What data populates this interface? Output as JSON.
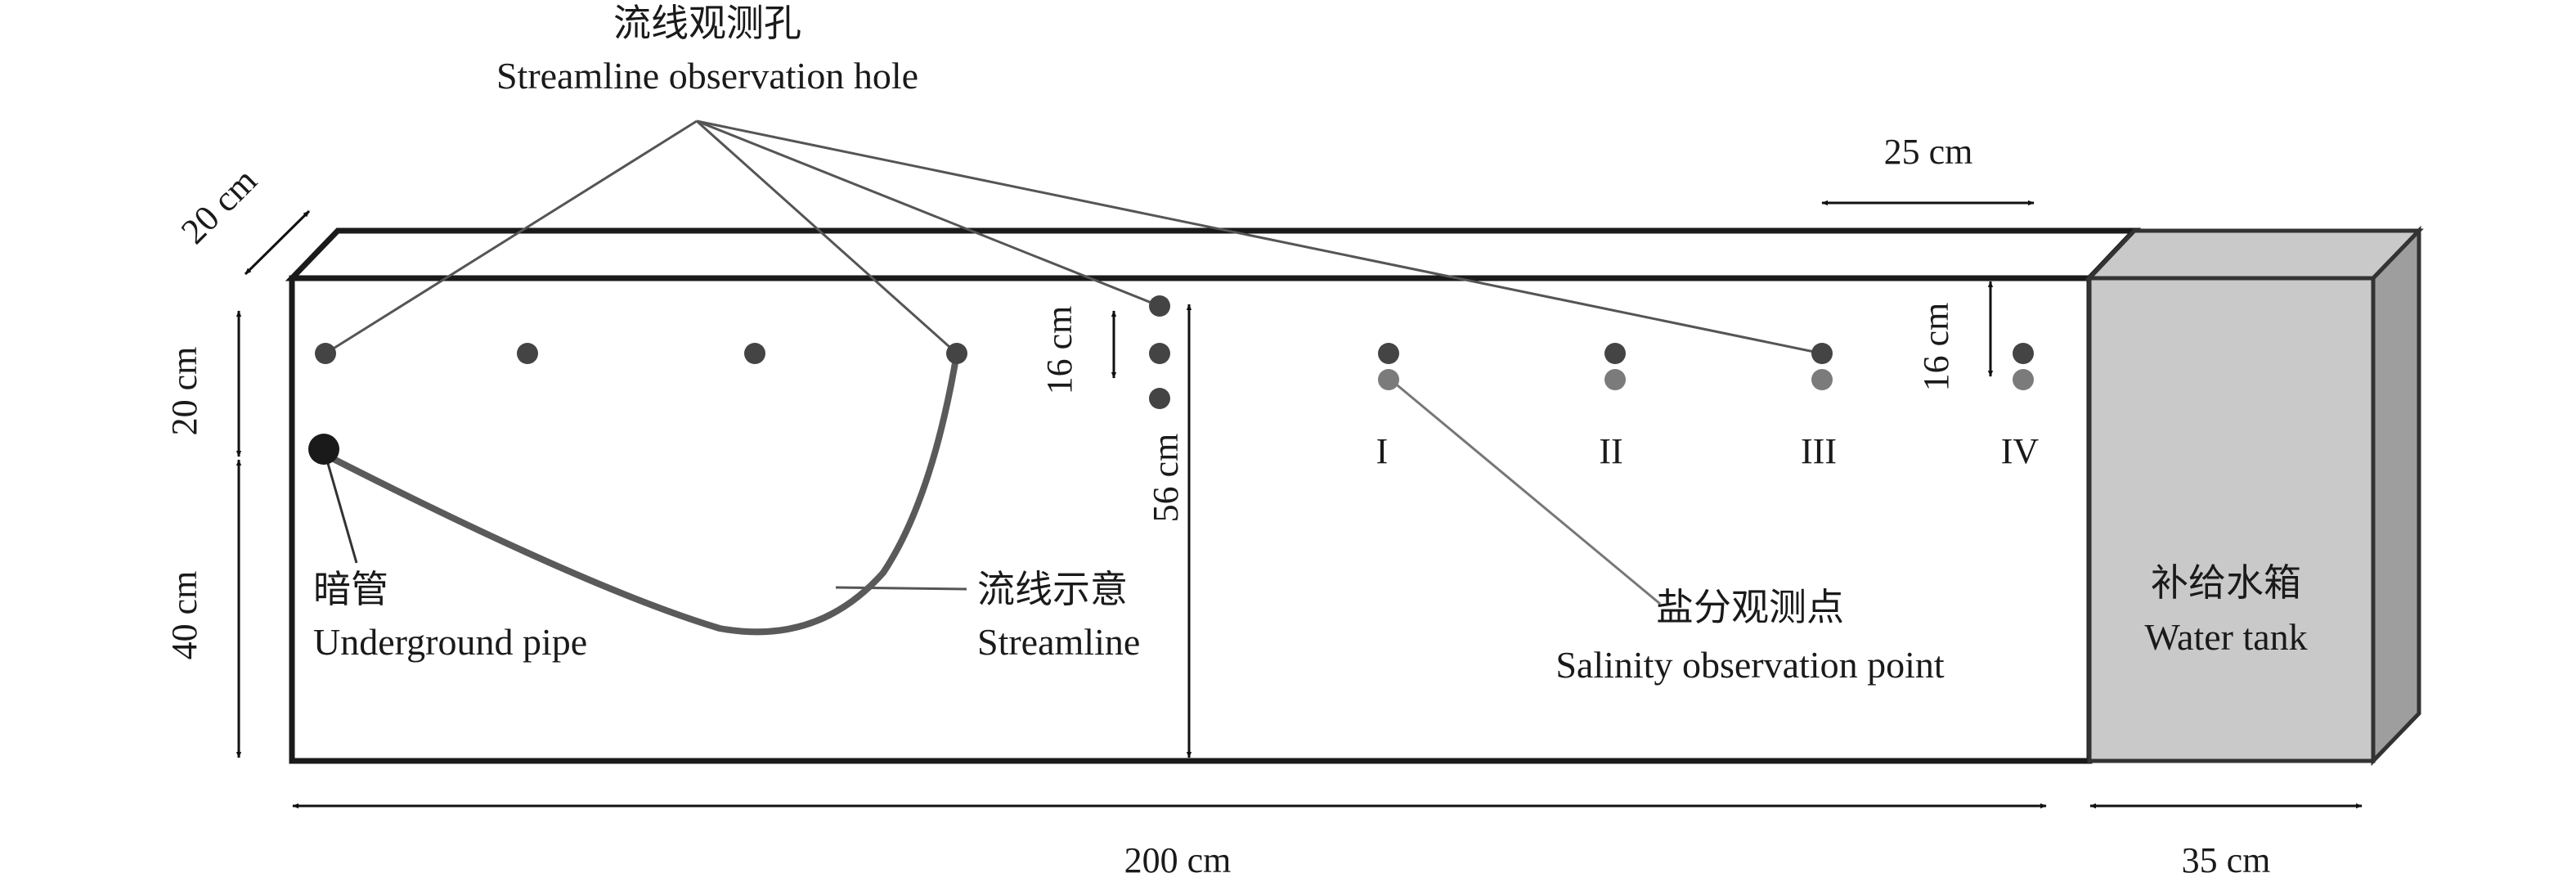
{
  "labels": {
    "streamline_hole_zh": "流线观测孔",
    "streamline_hole_en": "Streamline observation hole",
    "pipe_zh": "暗管",
    "pipe_en": "Underground pipe",
    "streamline_zh": "流线示意",
    "streamline_en": "Streamline",
    "salinity_zh": "盐分观测点",
    "salinity_en": "Salinity observation point",
    "tank_zh": "补给水箱",
    "tank_en": "Water tank"
  },
  "dimensions": {
    "depth": "20 cm",
    "spacing": "25 cm",
    "upper": "20 cm",
    "lower": "40 cm",
    "hole_gap_1": "16 cm",
    "height": "56 cm",
    "hole_gap_2": "16 cm",
    "length": "200 cm",
    "tank_width": "35 cm"
  },
  "points": [
    "I",
    "II",
    "III",
    "IV"
  ]
}
